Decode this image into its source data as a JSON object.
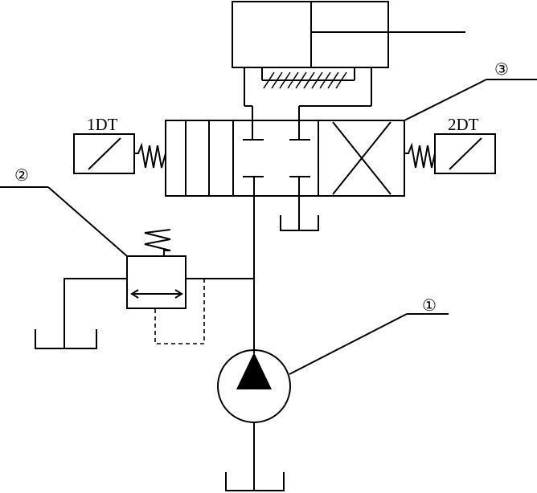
{
  "labels": {
    "solenoid_left": "1DT",
    "solenoid_right": "2DT",
    "callout_pump": "①",
    "callout_relief": "②",
    "callout_valve": "③"
  },
  "colors": {
    "line": "#000000",
    "background": "#ffffff"
  }
}
